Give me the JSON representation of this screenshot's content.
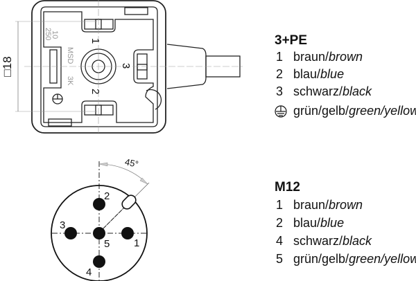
{
  "connector_top": {
    "dimension": "□18",
    "marking_fraction_top": "10",
    "marking_fraction_bottom": "250",
    "marking_model": "MSD",
    "marking_code": "3K",
    "pin_labels": [
      "1",
      "2",
      "3"
    ]
  },
  "legend_top": {
    "title": "3+PE",
    "items": [
      {
        "num": "1",
        "de": "braun/",
        "en": "brown"
      },
      {
        "num": "2",
        "de": "blau/",
        "en": "blue"
      },
      {
        "num": "3",
        "de": "schwarz/",
        "en": "black"
      },
      {
        "num": "earth-icon",
        "de": "grün/gelb/",
        "en": "green/yellow"
      }
    ]
  },
  "connector_bottom": {
    "angle_label": "45°",
    "pin_labels": [
      "1",
      "2",
      "3",
      "4",
      "5"
    ]
  },
  "legend_bottom": {
    "title": "M12",
    "items": [
      {
        "num": "1",
        "de": "braun/",
        "en": "brown"
      },
      {
        "num": "2",
        "de": "blau/",
        "en": "blue"
      },
      {
        "num": "4",
        "de": "schwarz/",
        "en": "black"
      },
      {
        "num": "5",
        "de": "grün/gelb/",
        "en": "green/yellow"
      }
    ]
  }
}
